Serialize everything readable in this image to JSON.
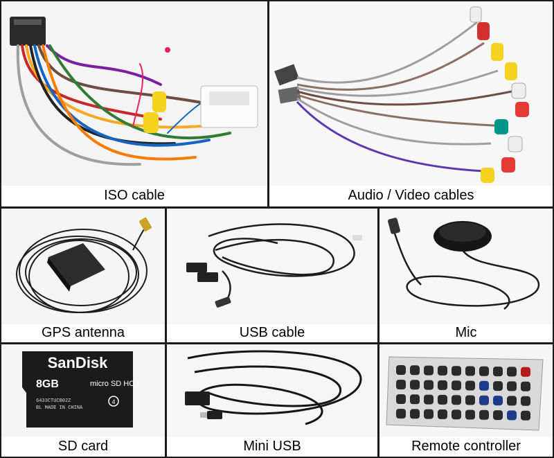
{
  "panels": [
    {
      "caption": "ISO cable",
      "icon": "iso-harness-photo"
    },
    {
      "caption": "Audio / Video cables",
      "icon": "rca-cables-photo"
    },
    {
      "caption": "GPS antenna",
      "icon": "gps-antenna-photo"
    },
    {
      "caption": "USB cable",
      "icon": "usb-cable-photo"
    },
    {
      "caption": "Mic",
      "icon": "microphone-photo"
    },
    {
      "caption": "SD card",
      "icon": "sd-card-photo"
    },
    {
      "caption": "Mini USB",
      "icon": "mini-usb-cable-photo"
    },
    {
      "caption": "Remote controller",
      "icon": "remote-control-photo"
    }
  ],
  "sd_card": {
    "brand": "SanDisk",
    "capacity": "8GB",
    "format": "micro SD HC I",
    "code": "6433CTUCB02Z",
    "origin": "BL MADE IN CHINA",
    "class": "4"
  },
  "colors": {
    "border": "#1a1a1a",
    "background": "#ffffff",
    "text": "#000000"
  }
}
